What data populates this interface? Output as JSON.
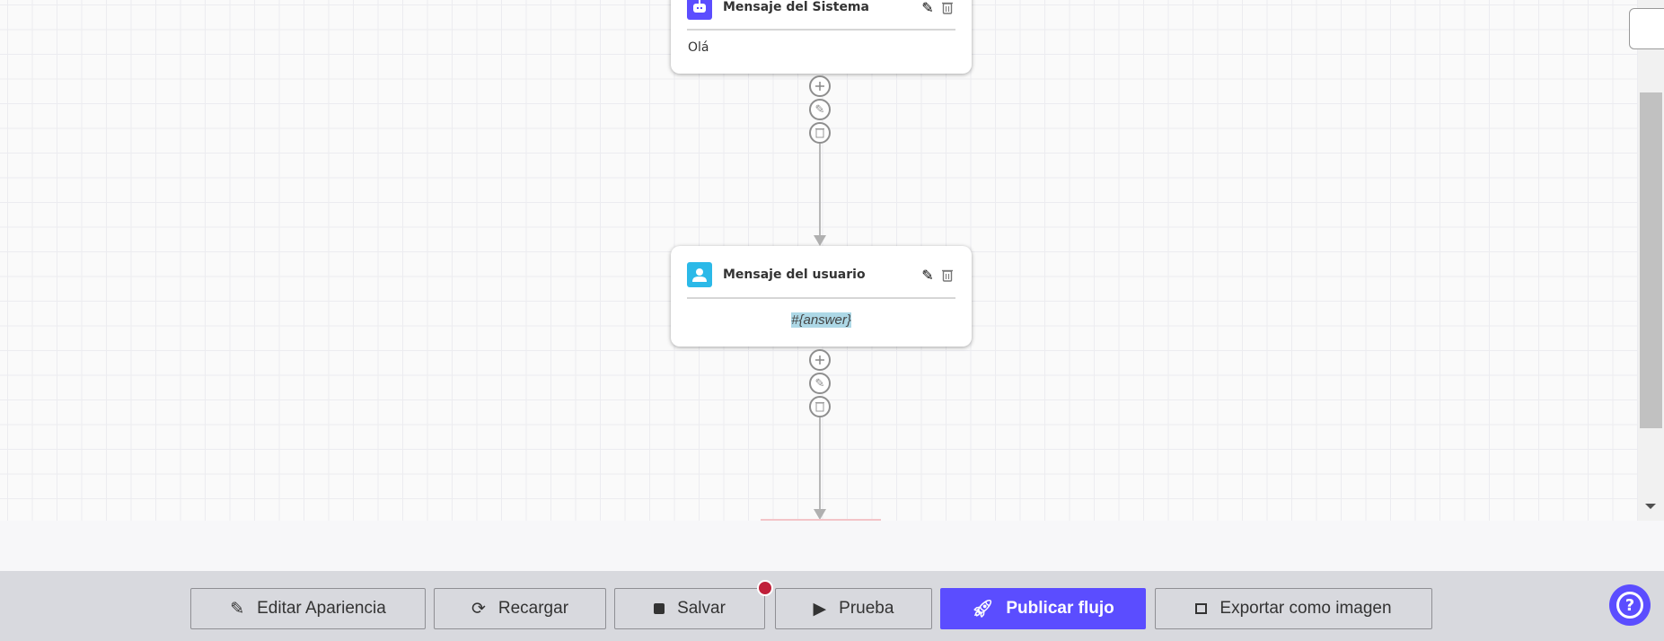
{
  "nodes": [
    {
      "type": "system",
      "title": "Mensaje del Sistema",
      "text": "Olá",
      "icon": "robot-icon",
      "color": "#5b4dff"
    },
    {
      "type": "user",
      "title": "Mensaje del usuario",
      "text": "#{answer}",
      "icon": "user-icon",
      "color": "#2bb9e8"
    }
  ],
  "toolbar": {
    "edit_appearance": "Editar Apariencia",
    "reload": "Recargar",
    "save": "Salvar",
    "test": "Prueba",
    "publish": "Publicar flujo",
    "export": "Exportar como imagen"
  },
  "colors": {
    "accent": "#5b4dff",
    "unsaved_dot": "#c0203a"
  }
}
